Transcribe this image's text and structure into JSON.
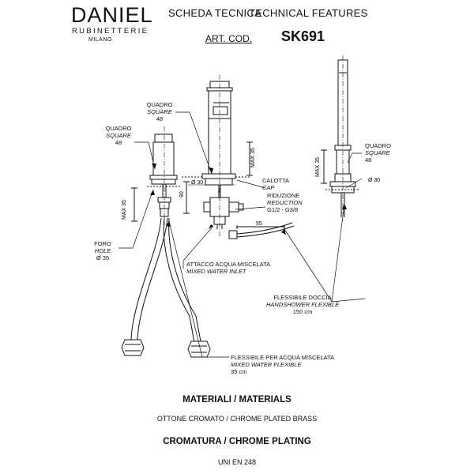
{
  "brand": {
    "name": "DANIEL",
    "sub": "RUBINETTERIE",
    "city": "MILANO"
  },
  "header": {
    "title_it": "SCHEDA TECNICA",
    "title_en": "TECHNICAL FEATURES",
    "art_label": "ART. COD.",
    "art_code": "SK691"
  },
  "labels": {
    "quadro_big": {
      "it": "QUADRO",
      "en": "SQUARE",
      "size": "48"
    },
    "quadro_left": {
      "it": "QUADRO",
      "en": "SQUARE",
      "size": "48"
    },
    "quadro_right": {
      "it": "QUADRO",
      "en": "SQUARE",
      "size": "48"
    },
    "calotta": {
      "it": "CALOTTA",
      "en": "CAP"
    },
    "riduzione": {
      "it": "RIDUZIONE",
      "en": "REDUCTION",
      "size": "G1/2 - G3/8"
    },
    "foro": {
      "it": "FORO",
      "en": "HOLE",
      "size": "Ø 35"
    },
    "attacco": {
      "it": "ATTACCO ACQUA MISCELATA",
      "en": "MIXED WATER INLET"
    },
    "flessibile_doccia": {
      "it": "FLESSIBILE DOCCIA",
      "en": "HANDSHOWER FLEXIBLE",
      "size": "150 cm"
    },
    "flessibile_acqua": {
      "it": "FLESSIBILE PER ACQUA MISCELATA",
      "en": "MIXED WATER FLEXIBLE",
      "size": "35 cm"
    }
  },
  "dimensions": {
    "max35_a": "MAX 35",
    "max35_b": "MAX 35",
    "max35_c": "MAX 35",
    "d30_a": "Ø 30",
    "d30_b": "Ø 30",
    "h90": "90",
    "w55": "55"
  },
  "materials": {
    "title": "MATERIALI / MATERIALS",
    "value": "OTTONE CROMATO  / CHROME PLATED BRASS",
    "plating_title": "CROMATURA / CHROME PLATING",
    "standard": "UNI EN 248"
  }
}
